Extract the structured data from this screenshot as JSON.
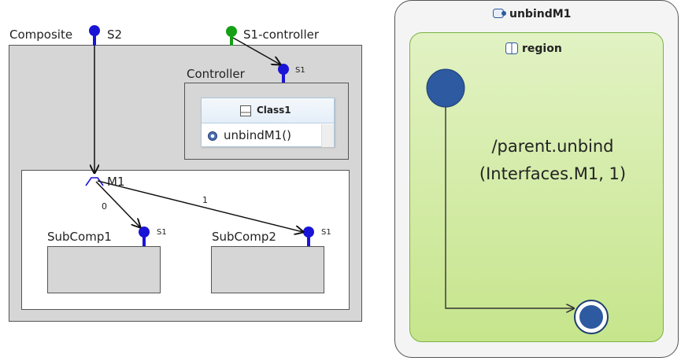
{
  "composite": {
    "label": "Composite",
    "port_s2": "S2",
    "port_s1_controller": "S1-controller"
  },
  "controller": {
    "label": "Controller",
    "port_label": "S1",
    "class": {
      "name": "Class1",
      "operation": "unbindM1()"
    }
  },
  "connector": {
    "label": "M1",
    "edge_0": "0",
    "edge_1": "1"
  },
  "subcomponents": [
    {
      "label": "SubComp1",
      "port_label": "S1"
    },
    {
      "label": "SubComp2",
      "port_label": "S1"
    }
  ],
  "state_machine": {
    "title": "unbindM1",
    "region": "region",
    "effect_line1": "/parent.unbind",
    "effect_line2": "(Interfaces.M1, 1)"
  },
  "colors": {
    "port_blue": "#1a14d6",
    "port_green": "#16a016",
    "state_fill": "#2d5aa0",
    "region_border": "#7bb342"
  }
}
